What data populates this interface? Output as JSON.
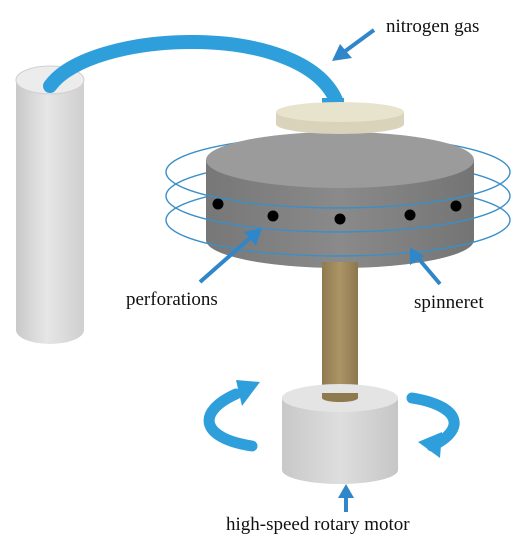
{
  "labels": {
    "nitrogen_gas": "nitrogen gas",
    "perforations": "perforations",
    "spinneret": "spinneret",
    "motor": "high-speed rotary motor"
  },
  "colors": {
    "gas_tube": "#2f9fdc",
    "arrow": "#2f86c9",
    "cylinder": "#d9d9d9",
    "spinneret_top": "#9a9a9a",
    "spinneret_side": "#7d7d7d",
    "cap": "#e6e1c9",
    "shaft": "#a08a5e",
    "motor": "#d4d4d4",
    "orbit_lines": "#3a8fc9",
    "perforation_dots": "#000000"
  },
  "icons": [
    "gas-cylinder",
    "gas-tube",
    "spinneret",
    "shaft",
    "motor",
    "rotation-arrow"
  ]
}
